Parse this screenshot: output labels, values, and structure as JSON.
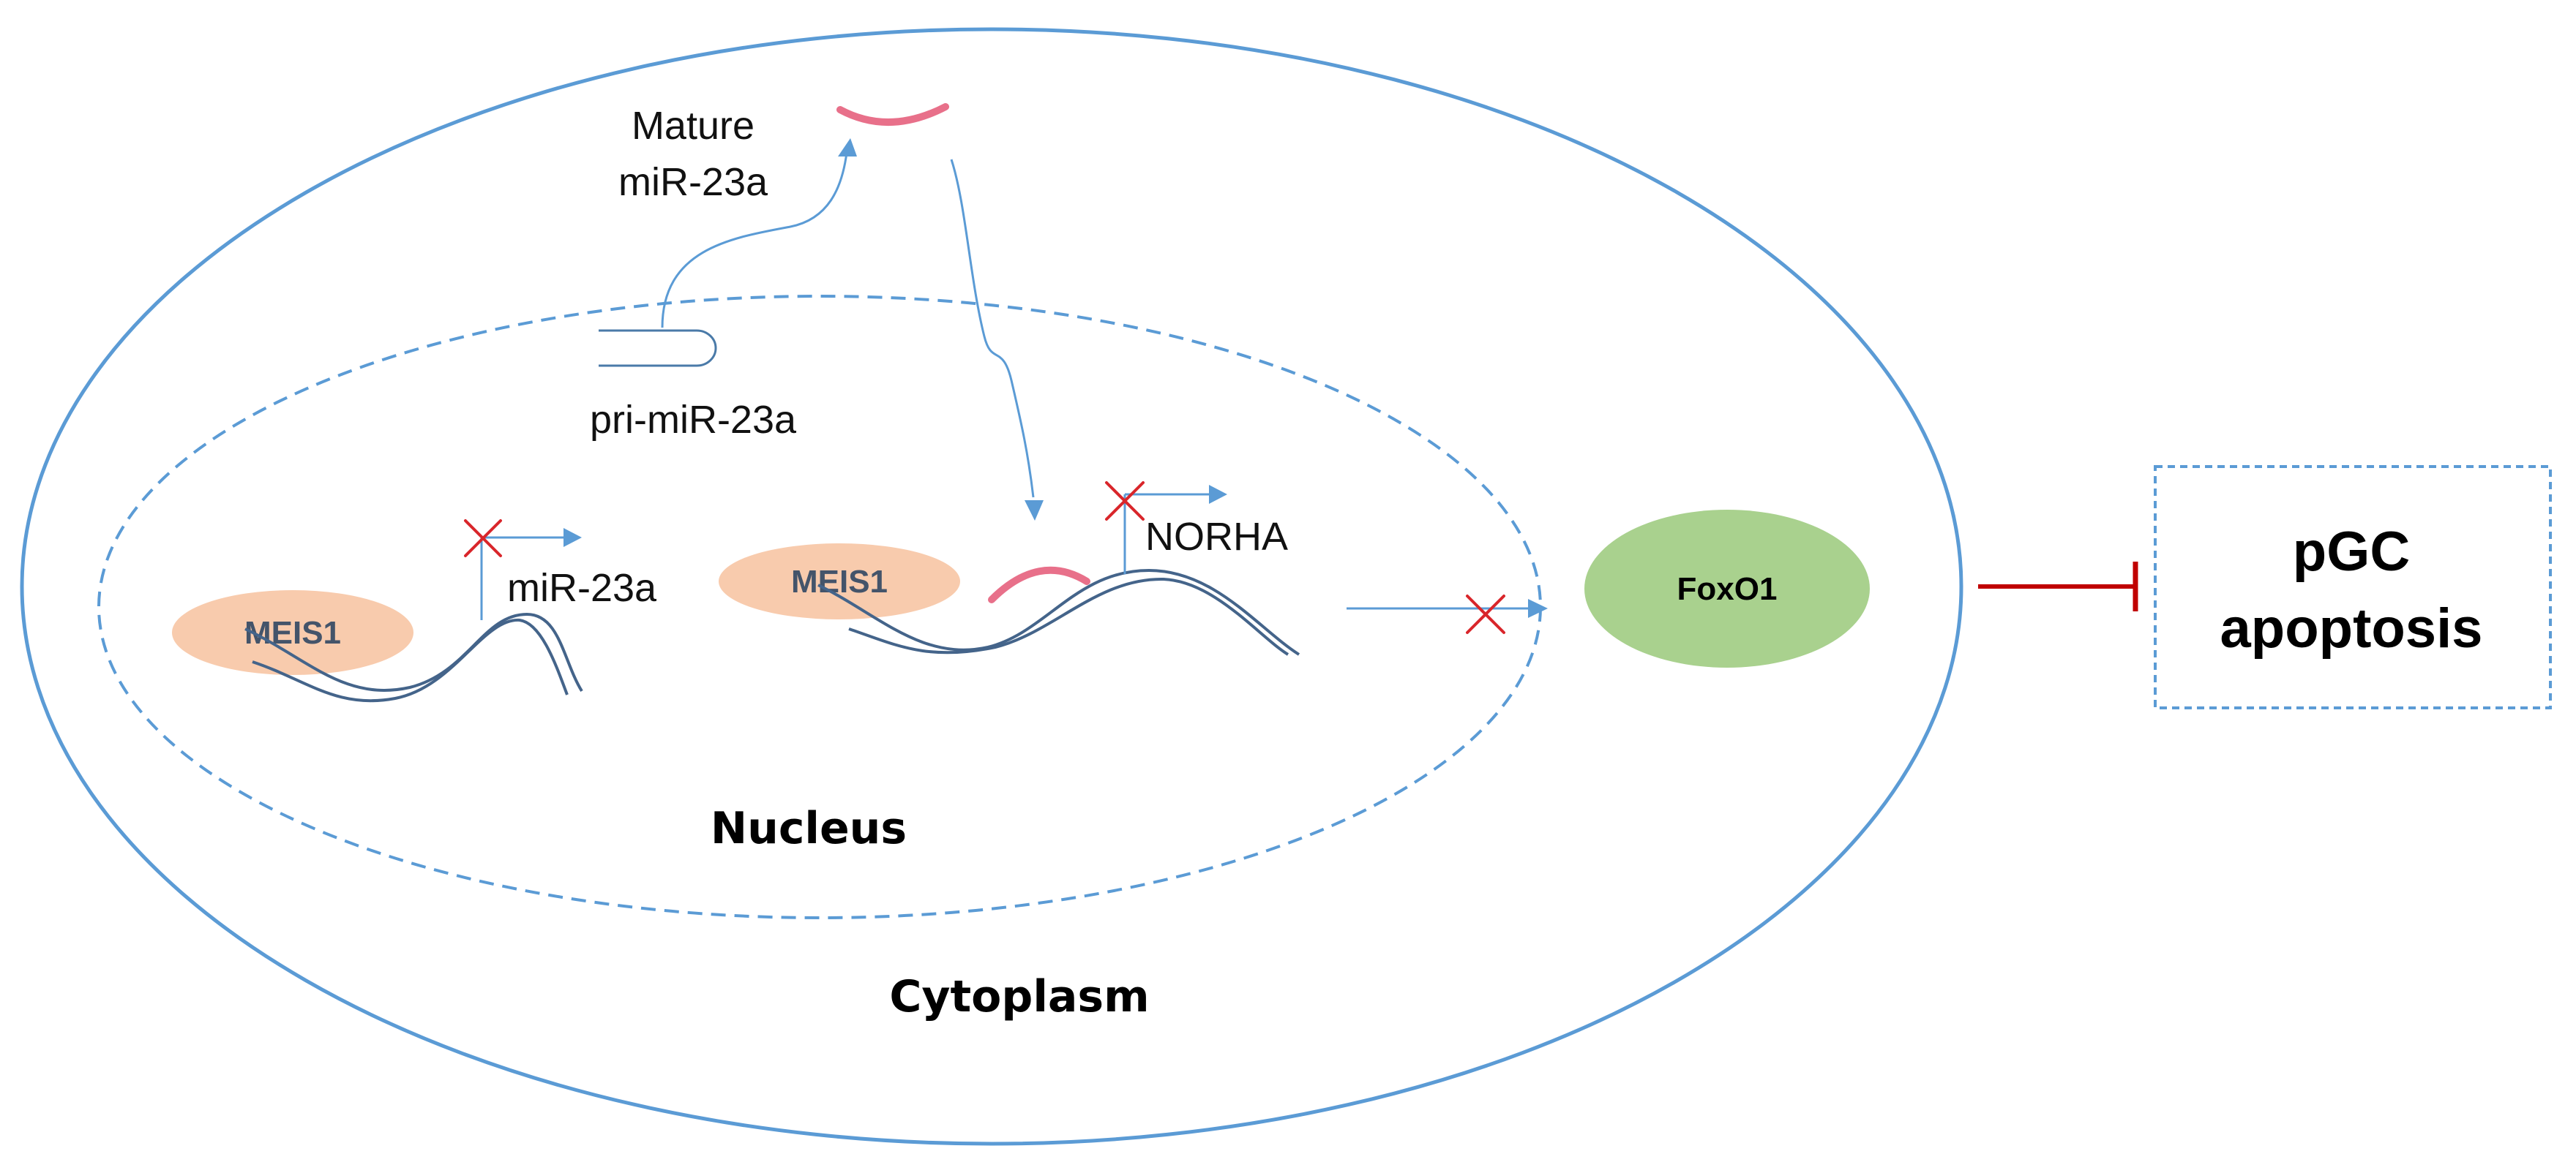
{
  "labels": {
    "mature_line1": "Mature",
    "mature_line2": "miR-23a",
    "pri_mir": "pri-miR-23a",
    "gene_mir23a": "miR-23a",
    "gene_norha": "NORHA",
    "meis1_left": "MEIS1",
    "meis1_right": "MEIS1",
    "foxo1": "FoxO1",
    "outcome_line1": "pGC",
    "outcome_line2": "apoptosis",
    "nucleus": "Nucleus",
    "cytoplasm": "Cytoplasm"
  },
  "colors": {
    "membrane": "#5b9bd5",
    "arrow": "#5b9bd5",
    "dna": "#44648a",
    "mirna": "#e8708a",
    "block_x": "#d9262b",
    "inhibition": "#c00000",
    "meis1_fill": "#f8cbad",
    "foxo1_fill": "#a9d18e",
    "protein_text": "#44546a"
  },
  "icons": {
    "block": "cross-icon",
    "inhibition": "t-bar-inhibition-icon",
    "stem_loop": "hairpin-icon"
  }
}
